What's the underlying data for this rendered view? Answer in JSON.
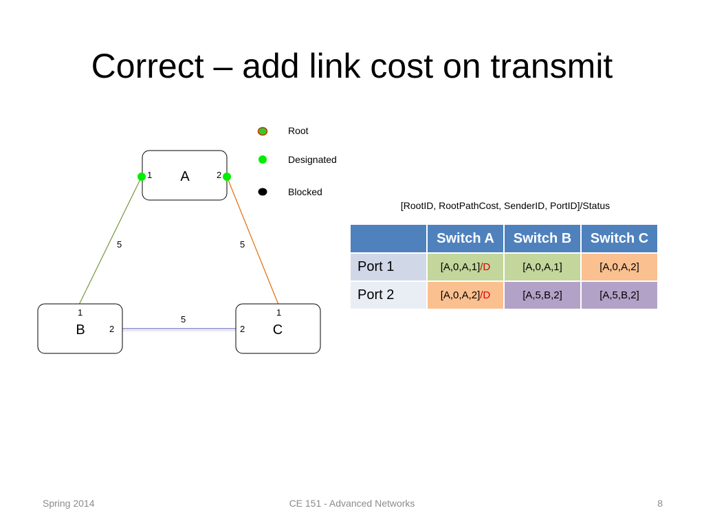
{
  "slide": {
    "title": "Correct – add link cost on transmit",
    "footer_left": "Spring 2014",
    "footer_center": "CE 151 - Advanced Networks",
    "footer_right": "8"
  },
  "legend": {
    "root": "Root",
    "designated": "Designated",
    "blocked": "Blocked"
  },
  "colors": {
    "root_fill": "#2ecc2e",
    "root_ring": "#cc3300",
    "designated": "#00ee00",
    "blocked": "#000000",
    "link_ab": "#77933c",
    "link_ac": "#e46c0a",
    "link_bc": "#8c8cc8",
    "header": "#4f81bd",
    "cell_green": "#c3d69b",
    "cell_orange": "#fac090",
    "cell_purple": "#b3a2c7",
    "status_red": "#e00000"
  },
  "diagram": {
    "switches": {
      "A": {
        "label": "A",
        "port_left": "1",
        "port_right": "2"
      },
      "B": {
        "label": "B",
        "port_top": "1",
        "port_right": "2"
      },
      "C": {
        "label": "C",
        "port_top": "1",
        "port_left": "2"
      }
    },
    "links": {
      "ab_cost": "5",
      "ac_cost": "5",
      "bc_cost": "5"
    }
  },
  "table": {
    "caption": "[RootID, RootPathCost, SenderID, PortID]/Status",
    "headers": [
      "",
      "Switch A",
      "Switch B",
      "Switch C"
    ],
    "rows": [
      {
        "label": "Port 1",
        "a": "[A,0,A,1]",
        "a_status": "/D",
        "b": "[A,0,A,1]",
        "c": "[A,0,A,2]"
      },
      {
        "label": "Port 2",
        "a": "[A,0,A,2]",
        "a_status": "/D",
        "b": "[A,5,B,2]",
        "c": "[A,5,B,2]"
      }
    ]
  }
}
